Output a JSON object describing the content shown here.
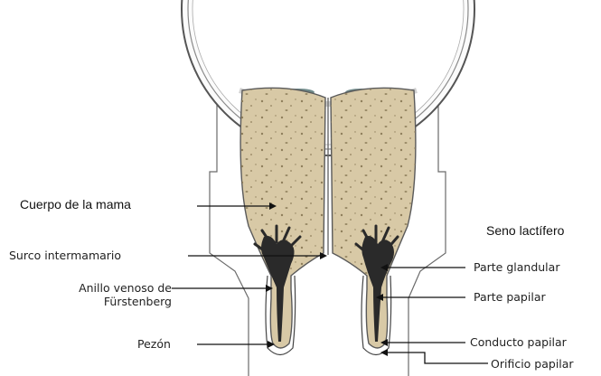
{
  "diagram": {
    "labels": {
      "cuerpo": "Cuerpo de la mama",
      "surco": "Surco intermamario",
      "anillo_1": "Anillo venoso de",
      "anillo_2": "Fürstenberg",
      "pezon": "Pezón",
      "seno": "Seno lactífero",
      "glandular": "Parte glandular",
      "papilar": "Parte papilar",
      "conducto": "Conducto papilar",
      "orificio": "Orificio papilar"
    },
    "colors": {
      "tissue": "#d8c9a6",
      "sinus": "#2a2a2a",
      "outline": "#5a5a5a",
      "label": "#222222"
    }
  }
}
